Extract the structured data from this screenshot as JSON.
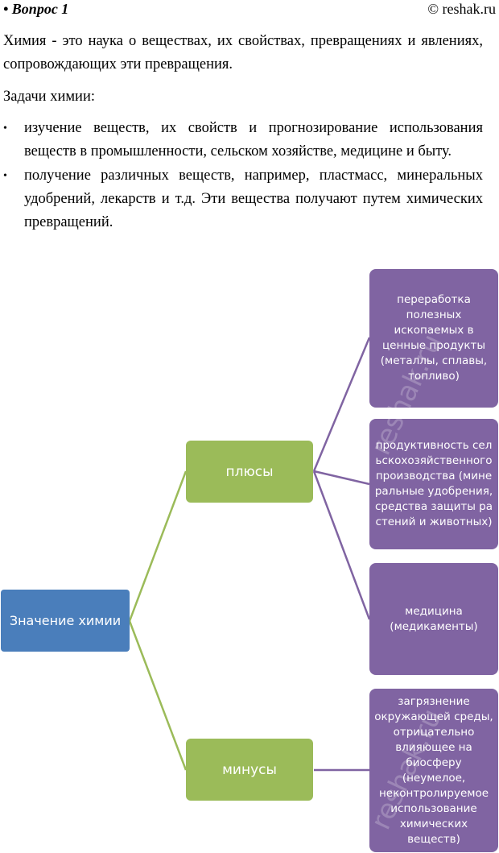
{
  "header": {
    "question": "• Вопрос 1",
    "site": "© reshak.ru"
  },
  "intro": "Химия - это наука о веществах, их свойствах, превращениях и явлениях, сопровождающих эти превращения.",
  "tasks_heading": "Задачи химии:",
  "tasks": [
    "изучение веществ, их свойств и прогнозирование использования веществ в промышленности, сельском хозяйстве, медицине и быту.",
    "получение различных веществ, например, пластмасс, минеральных удобрений, лекарств и т.д. Эти вещества получают путем химических превращений."
  ],
  "bullet_symbol": "•",
  "diagram": {
    "root": "Значение химии",
    "pros_label": "плюсы",
    "cons_label": "минусы",
    "pros": [
      "переработка полезных ископаемых в ценные продукты (металлы, сплавы, топливо)",
      "продуктивность сельскохозяйственного производства (минеральные удобрения, средства защиты растений и животных)",
      "медицина (медикаменты)"
    ],
    "cons": [
      "загрязнение окружающей среды, отрицательно влияющее на биосферу (неумелое, неконтролируемое использование химических веществ)"
    ],
    "watermark": "reshak.ru",
    "colors": {
      "root": "#4a7ebb",
      "branch": "#9bbb59",
      "leaf": "#8064a2"
    }
  }
}
